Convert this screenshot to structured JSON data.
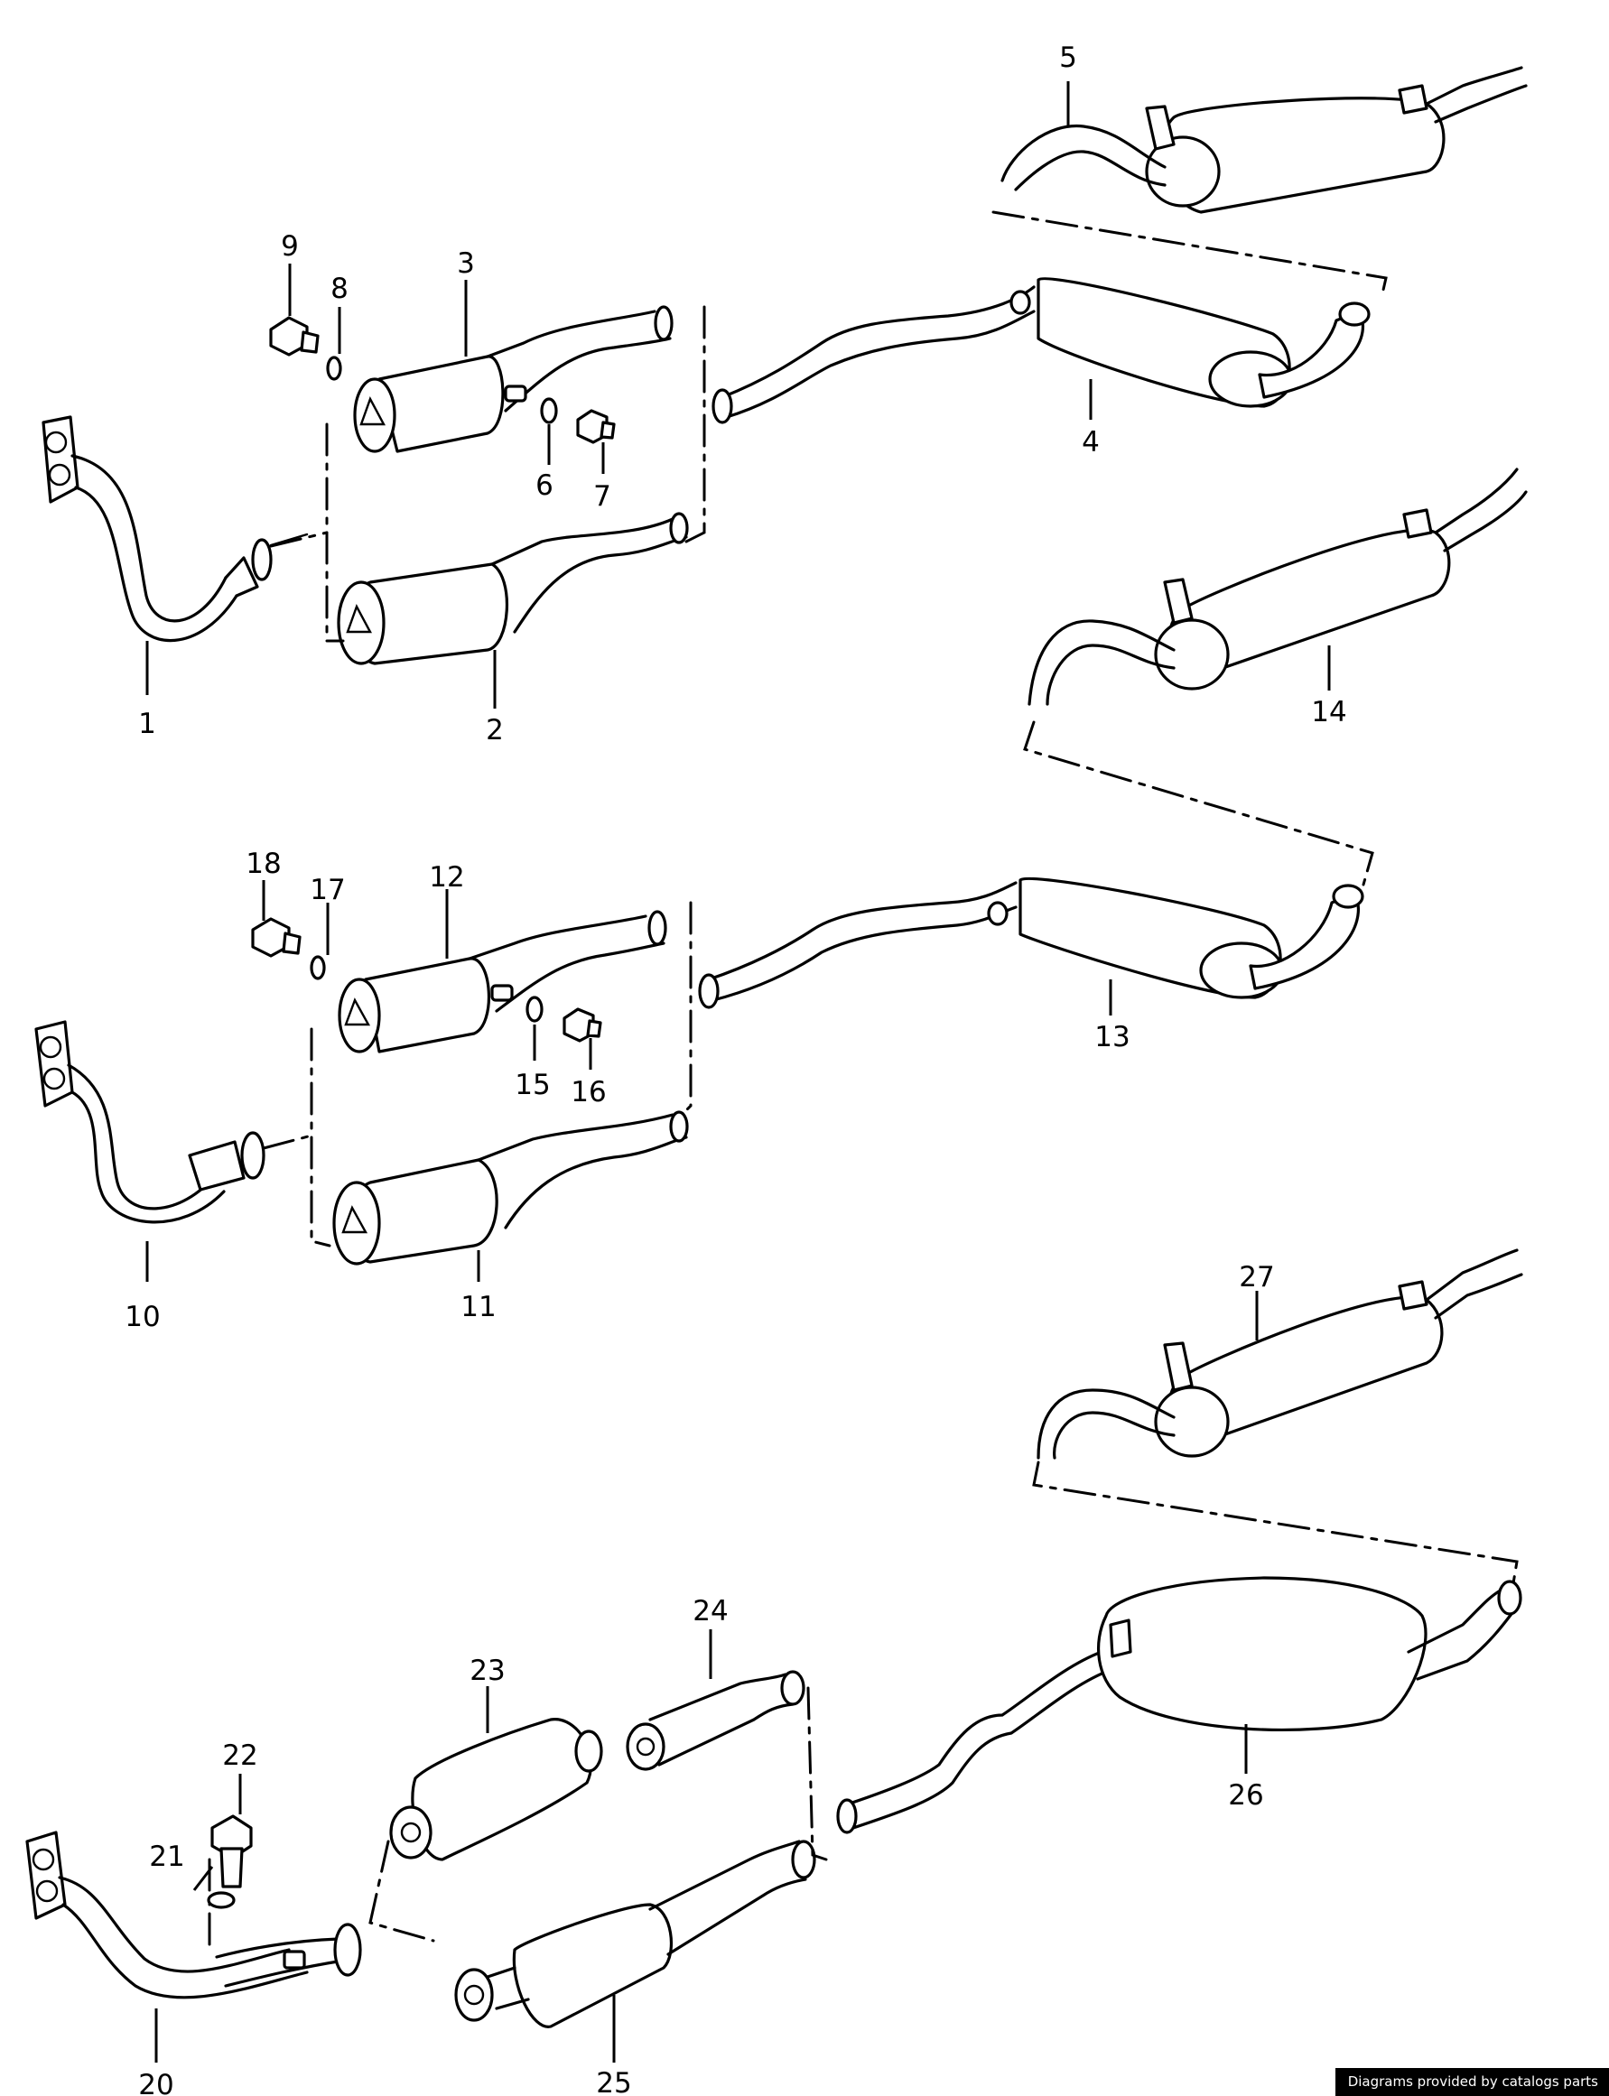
{
  "labels": {
    "p1": "1",
    "p2": "2",
    "p3": "3",
    "p4": "4",
    "p5": "5",
    "p6": "6",
    "p7": "7",
    "p8": "8",
    "p9": "9",
    "p10": "10",
    "p11": "11",
    "p12": "12",
    "p13": "13",
    "p14": "14",
    "p15": "15",
    "p16": "16",
    "p17": "17",
    "p18": "18",
    "p20": "20",
    "p21": "21",
    "p22": "22",
    "p23": "23",
    "p24": "24",
    "p25": "25",
    "p26": "26",
    "p27": "27"
  },
  "credit": "Diagrams provided by catalogs parts"
}
